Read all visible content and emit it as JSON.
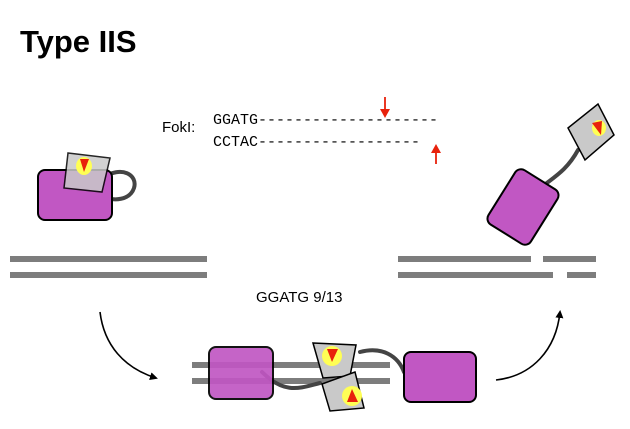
{
  "title": "Type IIS",
  "enzyme_label": "FokI:",
  "top_strand": "GGATG--------------------",
  "bottom_strand": "CCTAC------------------",
  "recognition_label": "GGATG 9/13",
  "colors": {
    "enzyme_body": "#c157c3",
    "cleavage_head": "#c9c9c9",
    "active_site": "#e8220c",
    "active_site_glow": "#ffff55",
    "dna": "#7d7d7d",
    "cut_arrow": "#e8220c"
  }
}
